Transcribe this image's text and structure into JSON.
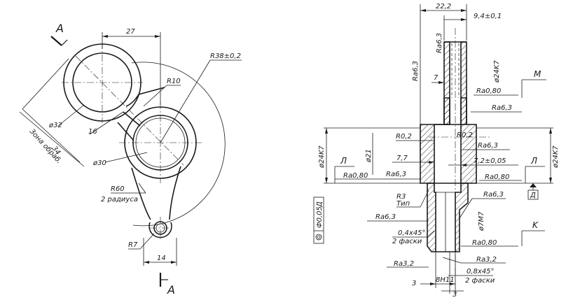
{
  "left_view": {
    "section_mark": "A",
    "dim_27": "27",
    "dim_r38": "R38±0,2",
    "dim_r10": "R10",
    "dim_16": "16",
    "dim_d32": "ø32",
    "dim_34": "34",
    "zone_label": "Зона обраб.",
    "dim_d30": "ø30",
    "dim_r60": "R60",
    "dim_r60_note": "2 радиуса",
    "dim_r7": "R7",
    "dim_14": "14"
  },
  "right_view": {
    "dim_22_2": "22,2",
    "dim_9_4": "9,4±0,1",
    "ra63_top": "Ra6,3",
    "ra63_left": "Ra6,3",
    "dim_d24k7_top": "ø24K7",
    "dim_7": "7",
    "label_m": "M",
    "ra080_top": "Ra0,80",
    "ra63_a": "Ra6,3",
    "r02_left": "R0,2",
    "r02_right": "R0,2",
    "ra63_b": "Ra6,3",
    "dim_d21": "ø21",
    "dim_d24k7_left": "ø24K7",
    "dim_d24k7_right": "ø24K7",
    "dim_7_7": "7,7",
    "dim_7_2": "7,2±0,05",
    "label_l_left": "Л",
    "label_l_right": "Л",
    "ra080_left": "Ra0,80",
    "ra63_c": "Ra6,3",
    "ra080_mid": "Ra0,80",
    "datum_d": "Д",
    "r3": "R3",
    "r3_note": "Тип",
    "ra63_d": "Ra6,3",
    "tolerance": "Ф0,05",
    "tolerance_datum": "Д",
    "ra63_e": "Ra6,3",
    "dim_d7m7": "ø7M7",
    "label_k": "K",
    "chamfer_1": "0,4x45°",
    "chamfer_1_note": "2 фаски",
    "ra080_bot": "Ra0,80",
    "ra32_right": "Ra3,2",
    "ra32_left": "Ra3,2",
    "chamfer_2": "0,8x45°",
    "chamfer_2_note": "2 фаски",
    "dim_3_left": "3",
    "dim_8h11": "8H11",
    "dim_3_bot": "3"
  }
}
